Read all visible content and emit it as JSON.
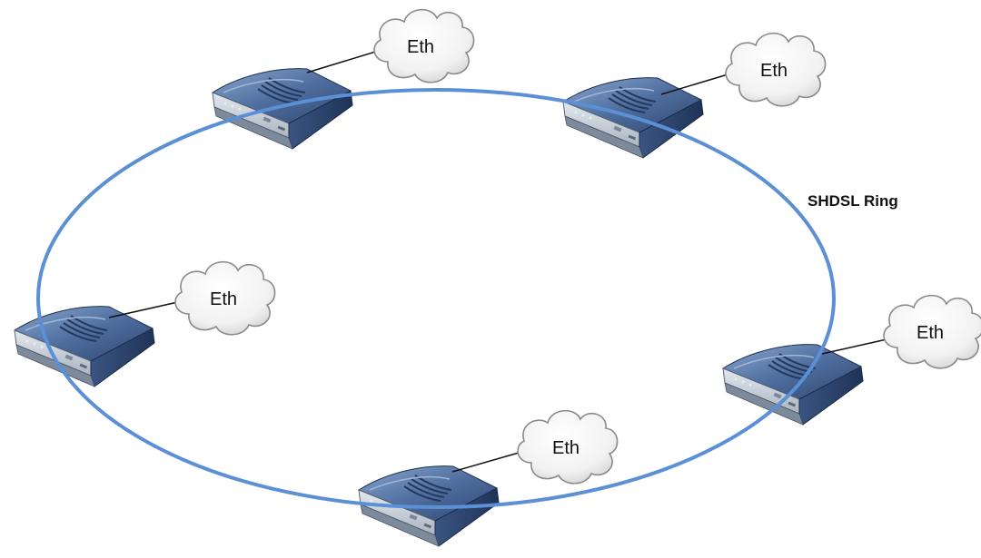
{
  "ring": {
    "label": "SHDSL Ring",
    "color": "#5b8fd6"
  },
  "modem_colors": {
    "top": "#6a86b0",
    "front": "#c9d0d8",
    "dark": "#2c4168"
  },
  "nodes": [
    {
      "name": "node-top-left",
      "cloud_label": "Eth"
    },
    {
      "name": "node-top-right",
      "cloud_label": "Eth"
    },
    {
      "name": "node-left",
      "cloud_label": "Eth"
    },
    {
      "name": "node-right",
      "cloud_label": "Eth"
    },
    {
      "name": "node-bottom",
      "cloud_label": "Eth"
    }
  ]
}
